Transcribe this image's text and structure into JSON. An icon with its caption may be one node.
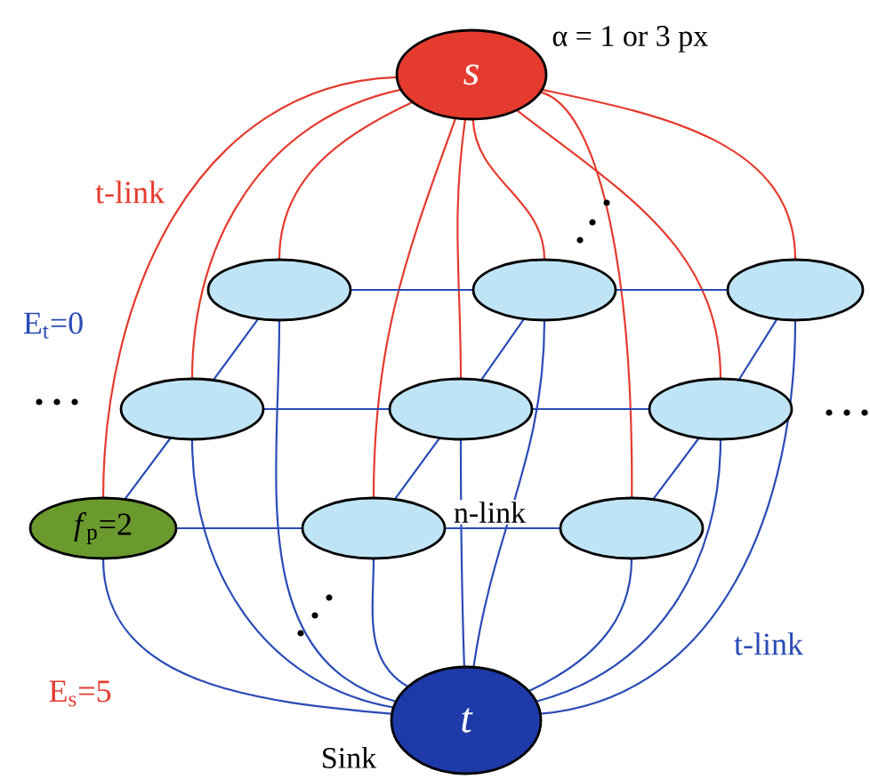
{
  "diagram": {
    "nodes": [
      {
        "text": [
          "s"
        ],
        "beside": [
          "α = 1 or 3 px"
        ]
      },
      {
        "text": [],
        "shape": "ellipse"
      },
      {
        "text": [],
        "shape": "ellipse"
      },
      {
        "text": [],
        "shape": "ellipse"
      },
      {
        "text": [],
        "shape": "ellipse"
      },
      {
        "text": [],
        "shape": "ellipse"
      },
      {
        "text": [],
        "shape": "ellipse"
      },
      {
        "text": [
          "*f*$_{p}$=2"
        ]
      },
      {
        "text": [],
        "shape": "ellipse"
      },
      {
        "text": [],
        "shape": "ellipse"
      },
      {
        "text": [
          "t"
        ],
        "beside": [
          "Sink"
        ]
      }
    ],
    "edges": [
      {
        "from": 0,
        "to": 1,
        "arrow": "none",
        "color": "#e53b2f"
      },
      {
        "from": 0,
        "to": 2,
        "arrow": "none",
        "color": "#e53b2f"
      },
      {
        "from": 0,
        "to": 3,
        "arrow": "none",
        "color": "#e53b2f"
      },
      {
        "from": 0,
        "to": 4,
        "arrow": "none",
        "color": "#e53b2f"
      },
      {
        "from": 0,
        "to": 5,
        "arrow": "none",
        "color": "#e53b2f"
      },
      {
        "from": 0,
        "to": 6,
        "arrow": "none",
        "color": "#e53b2f"
      },
      {
        "from": 0,
        "to": 7,
        "arrow": "none",
        "color": "#e53b2f"
      },
      {
        "from": 0,
        "to": 8,
        "arrow": "none",
        "color": "#e53b2f"
      },
      {
        "from": 0,
        "to": 9,
        "arrow": "none",
        "color": "#e53b2f"
      },
      {
        "from": 10,
        "to": 1,
        "arrow": "none"
      },
      {
        "from": 10,
        "to": 2,
        "arrow": "none"
      },
      {
        "from": 10,
        "to": 3,
        "arrow": "none"
      },
      {
        "from": 10,
        "to": 4,
        "arrow": "none"
      },
      {
        "from": 10,
        "to": 5,
        "arrow": "none"
      },
      {
        "from": 10,
        "to": 6,
        "arrow": "none"
      },
      {
        "from": 10,
        "to": 7,
        "arrow": "none"
      },
      {
        "from": 10,
        "to": 8,
        "arrow": "none"
      },
      {
        "from": 10,
        "to": 9,
        "arrow": "none"
      },
      {
        "from": 1,
        "to": 2,
        "arrow": "none"
      },
      {
        "from": 2,
        "to": 3,
        "arrow": "none"
      },
      {
        "from": 4,
        "to": 5,
        "arrow": "none"
      },
      {
        "from": 5,
        "to": 6,
        "arrow": "none"
      },
      {
        "from": 7,
        "to": 8,
        "arrow": "none"
      },
      {
        "from": 8,
        "to": 9,
        "arrow": "none",
        "label": "n-link"
      },
      {
        "from": 1,
        "to": 4,
        "arrow": "none"
      },
      {
        "from": 2,
        "to": 5,
        "arrow": "none"
      },
      {
        "from": 3,
        "to": 6,
        "arrow": "none"
      },
      {
        "from": 4,
        "to": 7,
        "arrow": "none"
      },
      {
        "from": 5,
        "to": 8,
        "arrow": "none"
      },
      {
        "from": 6,
        "to": 9,
        "arrow": "none"
      }
    ],
    "labels": [
      "t-link",
      "E$_{t}$=0",
      "E$_{s}$=5",
      "t-link"
    ]
  }
}
